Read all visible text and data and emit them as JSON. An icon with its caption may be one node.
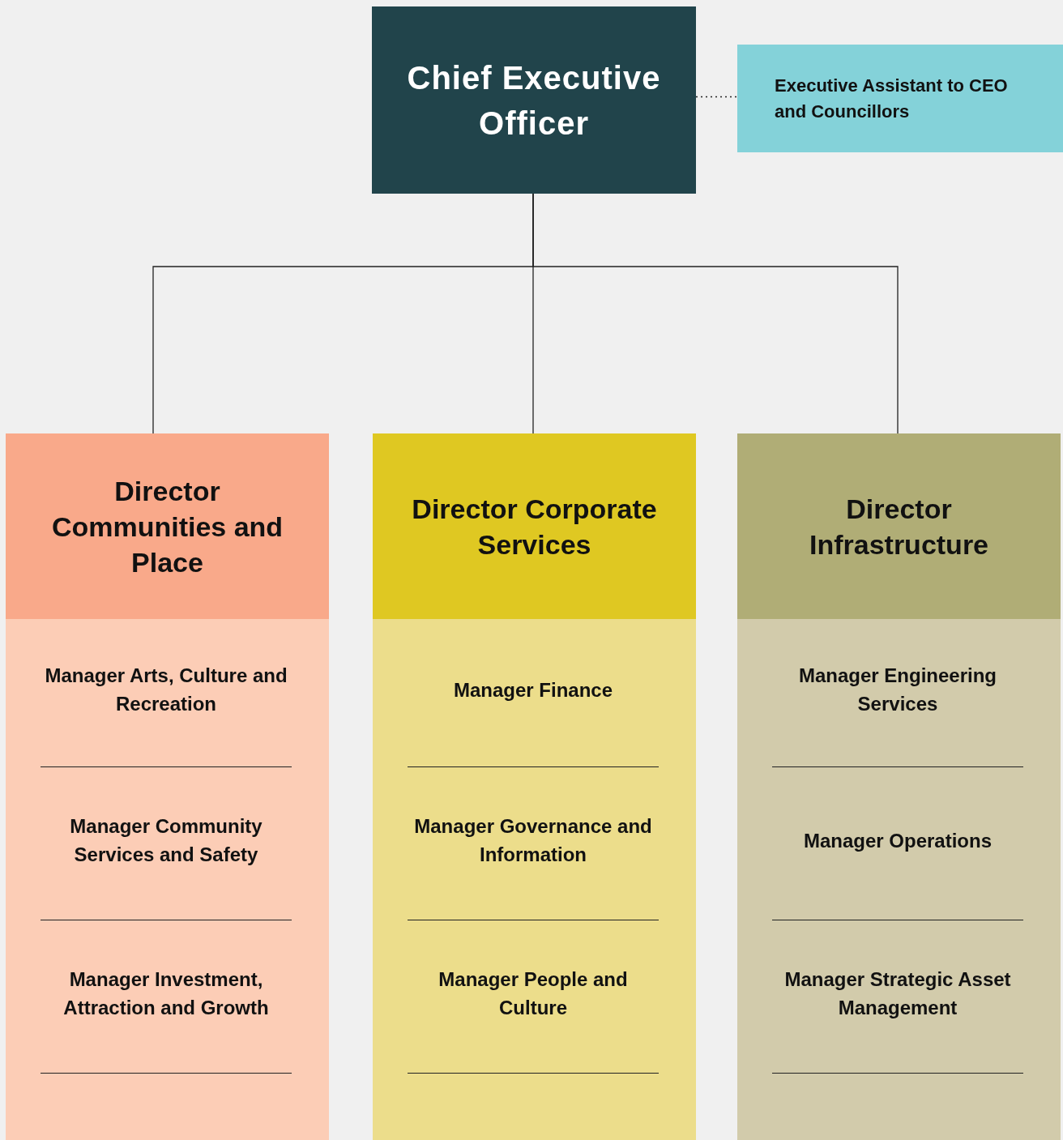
{
  "diagram": {
    "nodes": [
      {
        "text": [
          "Chief Executive Officer"
        ]
      },
      {
        "text": [
          "Executive Assistant to CEO and Councillors"
        ]
      },
      {
        "text": [
          "Director Communities and Place"
        ]
      },
      {
        "text": [
          "Manager Arts, Culture and Recreation"
        ],
        "in": 2
      },
      {
        "text": [
          "Manager Community Services and Safety"
        ],
        "in": 2
      },
      {
        "text": [
          "Manager Investment, Attraction and Growth"
        ],
        "in": 2
      },
      {
        "text": [
          "Director Corporate Services"
        ]
      },
      {
        "text": [
          "Manager Finance"
        ],
        "in": 6
      },
      {
        "text": [
          "Manager Governance and Information"
        ],
        "in": 6
      },
      {
        "text": [
          "Manager People and Culture"
        ],
        "in": 6
      },
      {
        "text": [
          "Director Infrastructure"
        ]
      },
      {
        "text": [
          "Manager Engineering Services"
        ],
        "in": 10
      },
      {
        "text": [
          "Manager Operations"
        ],
        "in": 10
      },
      {
        "text": [
          "Manager Strategic Asset Management"
        ],
        "in": 10
      }
    ],
    "edges": [
      {
        "from": 0,
        "to": 1,
        "arrow": "none",
        "style": "dashed"
      },
      {
        "from": 0,
        "to": 2,
        "arrow": "none"
      },
      {
        "from": 0,
        "to": 6,
        "arrow": "none"
      },
      {
        "from": 0,
        "to": 10,
        "arrow": "none"
      }
    ]
  }
}
